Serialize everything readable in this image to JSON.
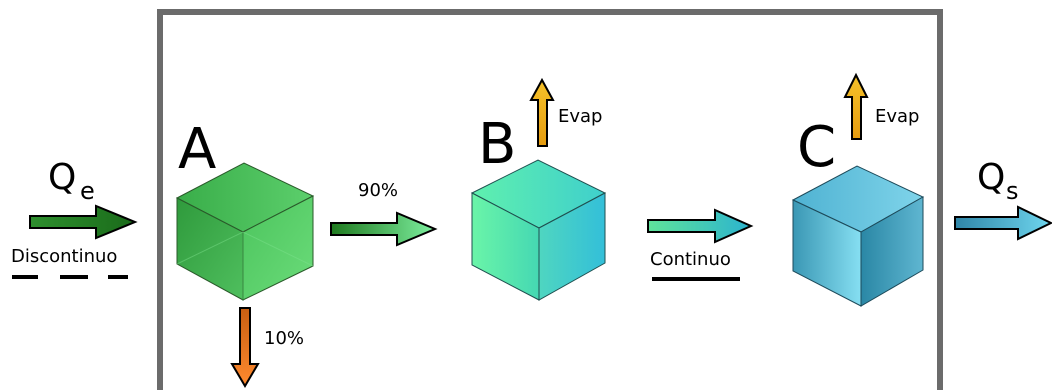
{
  "inflow": {
    "symbol": "Q",
    "subscript": "e",
    "mode_label": "Discontinuo"
  },
  "outflow": {
    "symbol": "Q",
    "subscript": "s"
  },
  "tank_a": {
    "label": "A",
    "split_forward": "90%",
    "split_down": "10%"
  },
  "tank_b": {
    "label": "B",
    "evap_label": "Evap"
  },
  "tank_c": {
    "label": "C",
    "evap_label": "Evap"
  },
  "link_bc": {
    "mode_label": "Continuo"
  },
  "colors": {
    "boundary": "#6b6b6b",
    "dark_green": "#1f7a1f",
    "light_green": "#63e08c",
    "cyan": "#36bfd6",
    "blue": "#2f8fb0",
    "orange": "#f07a22",
    "yellow": "#f2b21b"
  }
}
